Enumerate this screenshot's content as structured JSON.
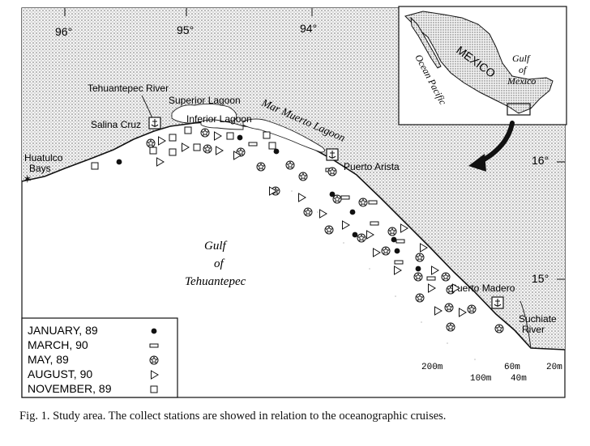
{
  "title": "Fig. 1. Study area. The collect stations are showed in relation to the oceanographic cruises.",
  "longitudes": [
    "96°",
    "95°",
    "94°"
  ],
  "latitudes": [
    "16°",
    "15°"
  ],
  "places": {
    "tehuantepec_river": "Tehuantepec River",
    "superior_lagoon": "Superior Lagoon",
    "inferior_lagoon": "Inferior Lagoon",
    "mar_muerto": "Mar Muerto Lagoon",
    "salina_cruz": "Salina Cruz",
    "huatulco": "Huatulco",
    "bays": "Bays",
    "puerto_arista": "Puerto Arista",
    "puerto_madero": "Puerto Madero",
    "suchiate": "Suchiate",
    "river": "River",
    "gulf": "Gulf",
    "of": "of",
    "tehuantepec": "Tehuantepec"
  },
  "inset": {
    "mexico": "MEXICO",
    "gulf": "Gulf",
    "of": "of",
    "mexico_small": "Mexico",
    "ocean_pacific": "Ocean Pacific"
  },
  "depths": {
    "d200": "200m",
    "d100": "100m",
    "d60": "60m",
    "d40": "40m",
    "d20": "20m"
  },
  "legend": [
    {
      "label": "JANUARY, 89",
      "symbol": "filled-circle"
    },
    {
      "label": "MARCH, 90",
      "symbol": "open-rectangle"
    },
    {
      "label": "MAY, 89",
      "symbol": "star-in-circle"
    },
    {
      "label": "AUGUST, 90",
      "symbol": "open-triangle"
    },
    {
      "label": "NOVEMBER, 89",
      "symbol": "open-square"
    }
  ]
}
